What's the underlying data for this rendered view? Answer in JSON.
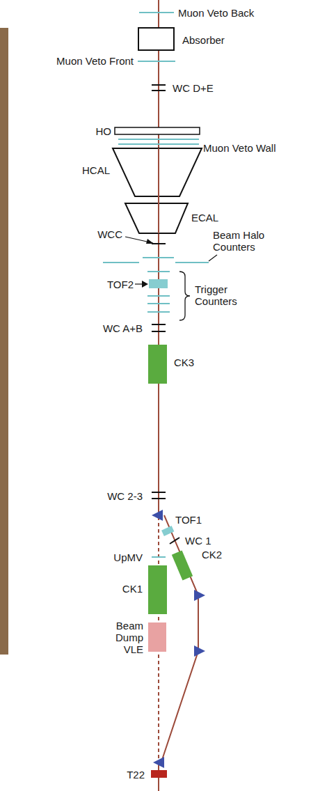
{
  "diagram": {
    "labels": [
      "Muon Veto Back",
      "Absorber",
      "Muon Veto Front",
      "WC D+E",
      "HO",
      "Muon Veto Wall",
      "HCAL",
      "ECAL",
      "WCC",
      "Beam Halo Counters",
      "TOF2",
      "Trigger Counters",
      "WC A+B",
      "CK3",
      "WC 2-3",
      "TOF1",
      "WC 1",
      "UpMV",
      "CK2",
      "CK1",
      "Beam Dump VLE",
      "T22"
    ]
  }
}
